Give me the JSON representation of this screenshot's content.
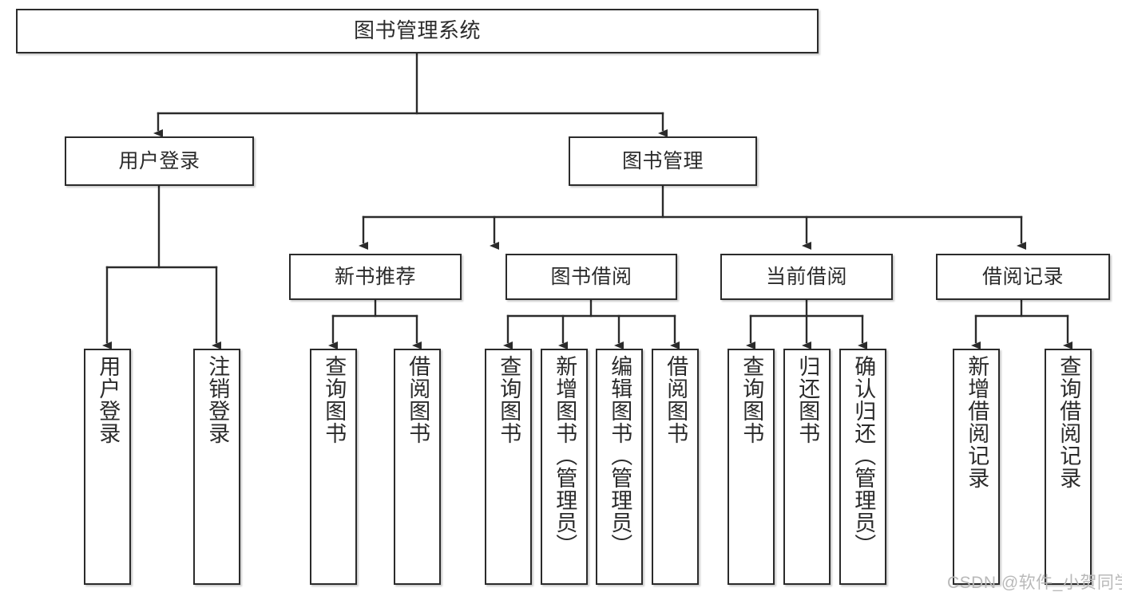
{
  "diagram": {
    "title": "图书管理系统",
    "type": "功能结构图",
    "colors": {
      "node_border": "#2b2b2b",
      "node_fill": "#ffffff",
      "edge": "#2b2b2b",
      "background": "#ffffff",
      "watermark": "#b9b9b9"
    },
    "root": {
      "label": "图书管理系统"
    },
    "level2": [
      {
        "label": "用户登录"
      },
      {
        "label": "图书管理"
      }
    ],
    "level3": [
      {
        "label": "新书推荐"
      },
      {
        "label": "图书借阅"
      },
      {
        "label": "当前借阅"
      },
      {
        "label": "借阅记录"
      }
    ],
    "leaves": [
      {
        "label": "用户登录",
        "parent": "用户登录"
      },
      {
        "label": "注销登录",
        "parent": "用户登录"
      },
      {
        "label": "查询图书",
        "parent": "新书推荐"
      },
      {
        "label": "借阅图书",
        "parent": "新书推荐"
      },
      {
        "label": "查询图书",
        "parent": "图书借阅"
      },
      {
        "label": "新增图书（管理员）",
        "parent": "图书借阅"
      },
      {
        "label": "编辑图书（管理员）",
        "parent": "图书借阅"
      },
      {
        "label": "借阅图书",
        "parent": "图书借阅"
      },
      {
        "label": "查询图书",
        "parent": "当前借阅"
      },
      {
        "label": "归还图书",
        "parent": "当前借阅"
      },
      {
        "label": "确认归还（管理员）",
        "parent": "当前借阅"
      },
      {
        "label": "新增借阅记录",
        "parent": "借阅记录"
      },
      {
        "label": "查询借阅记录",
        "parent": "借阅记录"
      }
    ]
  },
  "watermark": {
    "text": "CSDN @软件_小贺同学"
  }
}
